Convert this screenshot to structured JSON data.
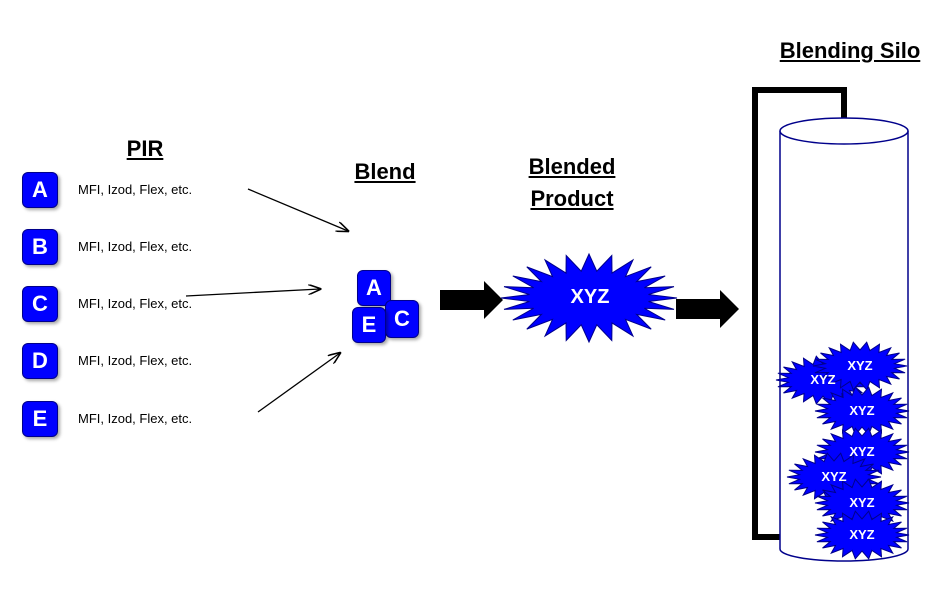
{
  "headings": {
    "pir": "PIR",
    "blend": "Blend",
    "blended_product_line1": "Blended",
    "blended_product_line2": "Product",
    "blending_silo": "Blending Silo"
  },
  "pir_items": [
    {
      "letter": "A",
      "desc": "MFI, Izod, Flex, etc."
    },
    {
      "letter": "B",
      "desc": "MFI, Izod, Flex, etc."
    },
    {
      "letter": "C",
      "desc": "MFI, Izod, Flex, etc."
    },
    {
      "letter": "D",
      "desc": "MFI, Izod, Flex, etc."
    },
    {
      "letter": "E",
      "desc": "MFI, Izod, Flex, etc."
    }
  ],
  "blend_boxes": [
    "A",
    "E",
    "C"
  ],
  "product_label": "XYZ",
  "silo_labels": [
    "XYZ",
    "XYZ",
    "XYZ",
    "XYZ",
    "XYZ",
    "XYZ",
    "XYZ"
  ],
  "colors": {
    "accent": "#0000ff",
    "border": "#00008b",
    "text": "#000000"
  }
}
